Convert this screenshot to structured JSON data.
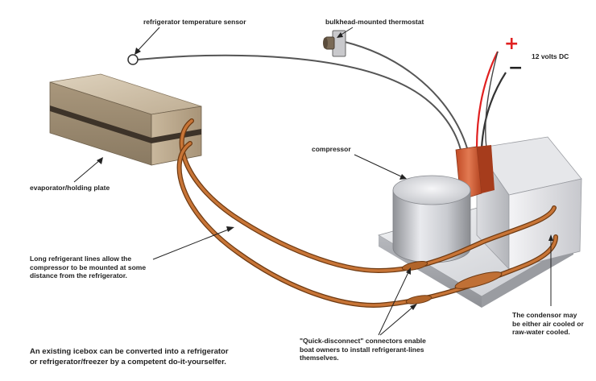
{
  "labels": {
    "sensor": "refrigerator temperature sensor",
    "thermostat": "bulkhead-mounted thermostat",
    "plus_sign": "+",
    "minus_sign": "−",
    "voltage": "12 volts DC",
    "compressor": "compressor",
    "evaporator": "evaporator/holding plate",
    "long_lines": "Long refrigerant lines allow the\ncompressor to be mounted at some\ndistance from the refrigerator.",
    "condensor": "The condensor may\nbe either air cooled or\nraw-water cooled.",
    "connectors": "\"Quick-disconnect\" connectors enable\nboat owners to install refrigerant-lines\nthemselves."
  },
  "caption": "An existing icebox can be converted into a refrigerator\nor refrigerator/freezer by a competent do-it-yourselfer.",
  "colors": {
    "positive_wire": "#e02020",
    "negative_wire": "#333333",
    "copper_line": "#b5651d",
    "condenser_housing": "#d9dade",
    "base_plate": "#cfd1d5",
    "evaporator_box": "#c9b69b",
    "junction_box": "#d9623a"
  }
}
